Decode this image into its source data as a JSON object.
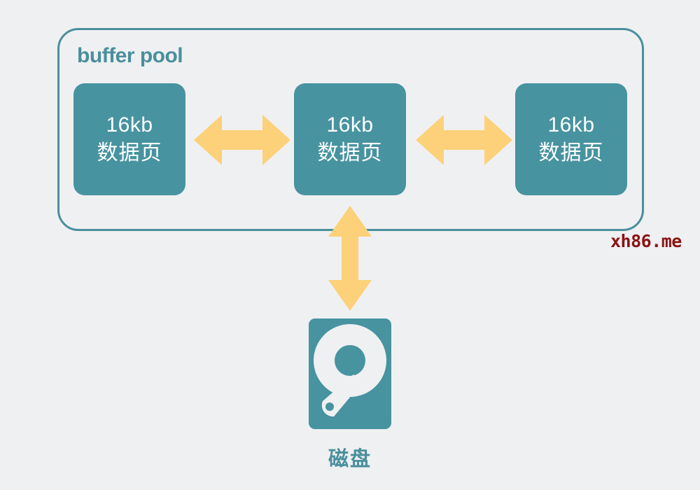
{
  "diagram": {
    "background_color": "#eff0f2",
    "accent_teal": "#4793a0",
    "accent_yellow": "#fcd179",
    "watermark_color": "#8b1414"
  },
  "pool": {
    "title": "buffer pool",
    "cards": [
      {
        "size": "16kb",
        "name": "数据页"
      },
      {
        "size": "16kb",
        "name": "数据页"
      },
      {
        "size": "16kb",
        "name": "数据页"
      }
    ]
  },
  "arrows": {
    "horizontal": [
      {
        "name": "bidirectional-arrow-left",
        "direction": "both"
      },
      {
        "name": "bidirectional-arrow-right",
        "direction": "both"
      }
    ],
    "vertical": {
      "name": "bidirectional-arrow-vertical",
      "direction": "both"
    }
  },
  "disk": {
    "icon": "hard-disk-icon",
    "label": "磁盘"
  },
  "watermark": {
    "text": "xh86.me"
  }
}
